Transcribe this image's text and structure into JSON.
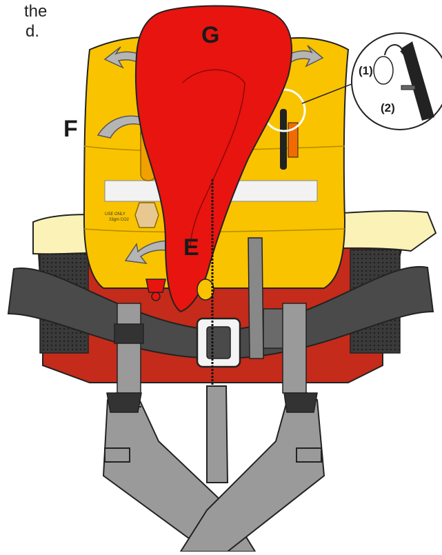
{
  "fragment_text": {
    "line1": "the",
    "line2": "d."
  },
  "labels": {
    "G": "G",
    "F": "F",
    "E": "E"
  },
  "detail_view": {
    "step1": "(1)",
    "step2": "(2)"
  },
  "cylinder_label": {
    "line1": "USE ONLY",
    "line2": "33gm CO2"
  },
  "colors": {
    "bladder_yellow": "#f9c300",
    "collar_red": "#e8140f",
    "harness_dark_red": "#c42b1a",
    "belt_dark_grey": "#4a4a4a",
    "strap_grey": "#9a9a9a",
    "reflective_tape": "#f2f2f2",
    "waist_band_cream": "#fbf2b8",
    "arrow_grey": "#b5b5b5"
  },
  "icons": [
    "curved-arrow-icon",
    "magnifier-circle-icon",
    "buckle-icon",
    "whistle-icon",
    "oral-inflation-tube-icon",
    "manual-pull-tab-icon"
  ]
}
